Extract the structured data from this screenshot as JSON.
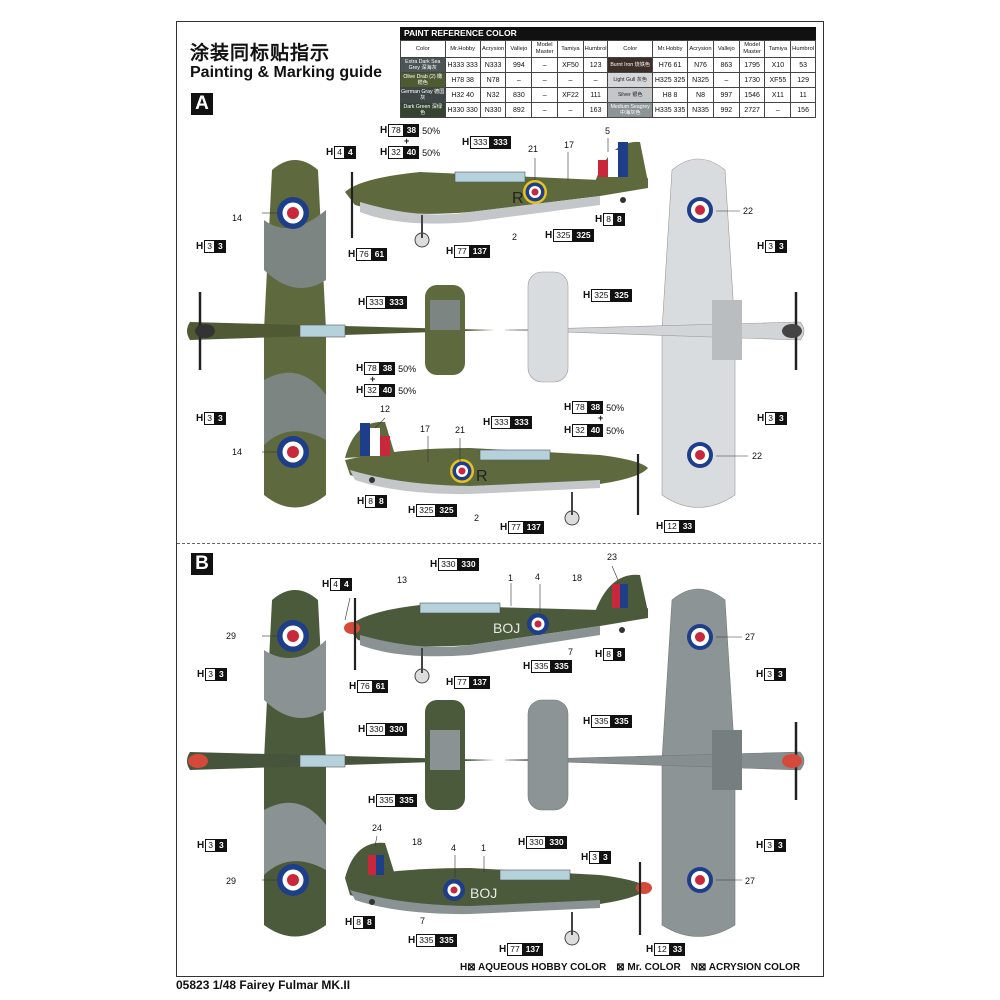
{
  "header": {
    "title_cn": "涂装同标贴指示",
    "title_en": "Painting & Marking guide"
  },
  "sections": {
    "a": "A",
    "b": "B"
  },
  "paint_table": {
    "heading": "PAINT  REFERENCE COLOR",
    "columns": [
      "Color",
      "Mr.Hobby",
      "Acrysion",
      "Vallejo",
      "Model Master",
      "Tamiya",
      "Humbrol"
    ],
    "rows_left": [
      {
        "color_en": "Extra Dark Sea Grey",
        "color_cn": "深海灰",
        "swatch": "#4d5456",
        "mrhobby": "333 333",
        "acrysion": "333",
        "vallejo": "994",
        "model_master": "–",
        "tamiya": "XF50",
        "humbrol": "123"
      },
      {
        "color_en": "Olive Drab (2)",
        "color_cn": "橄榄色",
        "swatch": "#4e5a2f",
        "mrhobby": "78 38",
        "acrysion": "78",
        "vallejo": "–",
        "model_master": "–",
        "tamiya": "–",
        "humbrol": "–"
      },
      {
        "color_en": "German Gray",
        "color_cn": "德国灰",
        "swatch": "#3f4646",
        "mrhobby": "32 40",
        "acrysion": "32",
        "vallejo": "830",
        "model_master": "–",
        "tamiya": "XF22",
        "humbrol": "111"
      },
      {
        "color_en": "Dark Green",
        "color_cn": "深绿色",
        "swatch": "#344430",
        "mrhobby": "330 330",
        "acrysion": "330",
        "vallejo": "892",
        "model_master": "–",
        "tamiya": "–",
        "humbrol": "163"
      }
    ],
    "rows_right": [
      {
        "color_en": "Burnt Iron",
        "color_cn": "烧铁色",
        "swatch": "#3c2f28",
        "mrhobby": "76 61",
        "acrysion": "76",
        "vallejo": "863",
        "model_master": "1795",
        "tamiya": "X10",
        "humbrol": "53"
      },
      {
        "color_en": "Light Gull",
        "color_cn": "灰色",
        "swatch": "#d4d6d8",
        "mrhobby": "325 325",
        "acrysion": "325",
        "vallejo": "–",
        "model_master": "1730",
        "tamiya": "XF55",
        "humbrol": "129"
      },
      {
        "color_en": "Silver",
        "color_cn": "银色",
        "swatch": "#c4c7c9",
        "mrhobby": "8 8",
        "acrysion": "8",
        "vallejo": "997",
        "model_master": "1546",
        "tamiya": "X11",
        "humbrol": "11"
      },
      {
        "color_en": "Medium Seagrey",
        "color_cn": "中海灰色",
        "swatch": "#8d9496",
        "mrhobby": "335 335",
        "acrysion": "335",
        "vallejo": "992",
        "model_master": "2727",
        "tamiya": "–",
        "humbrol": "156"
      }
    ]
  },
  "callouts": [
    {
      "id": "a1",
      "pre": "H",
      "b1": "78",
      "b2": "38",
      "pct": "50%"
    },
    {
      "id": "a2",
      "pre": "H",
      "b1": "32",
      "b2": "40",
      "pct": "50%"
    },
    {
      "id": "a3",
      "pre": "H",
      "b1": "4",
      "b2": "4",
      "pct": ""
    },
    {
      "id": "a4",
      "pre": "H",
      "b1": "333",
      "b2": "333",
      "pct": ""
    },
    {
      "id": "a5",
      "pre": "H",
      "b1": "3",
      "b2": "3",
      "pct": ""
    },
    {
      "id": "a6",
      "pre": "H",
      "b1": "76",
      "b2": "61",
      "pct": ""
    },
    {
      "id": "a7",
      "pre": "H",
      "b1": "77",
      "b2": "137",
      "pct": ""
    },
    {
      "id": "a8",
      "pre": "H",
      "b1": "325",
      "b2": "325",
      "pct": ""
    },
    {
      "id": "a9",
      "pre": "H",
      "b1": "8",
      "b2": "8",
      "pct": ""
    },
    {
      "id": "a10",
      "pre": "H",
      "b1": "333",
      "b2": "333",
      "pct": ""
    },
    {
      "id": "a11",
      "pre": "H",
      "b1": "325",
      "b2": "325",
      "pct": ""
    },
    {
      "id": "a12",
      "pre": "H",
      "b1": "3",
      "b2": "3",
      "pct": ""
    },
    {
      "id": "a13",
      "pre": "H",
      "b1": "78",
      "b2": "38",
      "pct": "50%"
    },
    {
      "id": "a14",
      "pre": "H",
      "b1": "32",
      "b2": "40",
      "pct": "50%"
    },
    {
      "id": "a15",
      "pre": "H",
      "b1": "3",
      "b2": "3",
      "pct": ""
    },
    {
      "id": "a16",
      "pre": "H",
      "b1": "3",
      "b2": "3",
      "pct": ""
    },
    {
      "id": "a17",
      "pre": "H",
      "b1": "333",
      "b2": "333",
      "pct": ""
    },
    {
      "id": "a18",
      "pre": "H",
      "b1": "78",
      "b2": "38",
      "pct": "50%"
    },
    {
      "id": "a19",
      "pre": "H",
      "b1": "32",
      "b2": "40",
      "pct": "50%"
    },
    {
      "id": "a20",
      "pre": "H",
      "b1": "8",
      "b2": "8",
      "pct": ""
    },
    {
      "id": "a21",
      "pre": "H",
      "b1": "325",
      "b2": "325",
      "pct": ""
    },
    {
      "id": "a22",
      "pre": "H",
      "b1": "77",
      "b2": "137",
      "pct": ""
    },
    {
      "id": "a23",
      "pre": "H",
      "b1": "12",
      "b2": "33",
      "pct": ""
    },
    {
      "id": "b1",
      "pre": "H",
      "b1": "330",
      "b2": "330",
      "pct": ""
    },
    {
      "id": "b2",
      "pre": "H",
      "b1": "4",
      "b2": "4",
      "pct": ""
    },
    {
      "id": "b3",
      "pre": "H",
      "b1": "3",
      "b2": "3",
      "pct": ""
    },
    {
      "id": "b4",
      "pre": "H",
      "b1": "335",
      "b2": "335",
      "pct": ""
    },
    {
      "id": "b5",
      "pre": "H",
      "b1": "8",
      "b2": "8",
      "pct": ""
    },
    {
      "id": "b6",
      "pre": "H",
      "b1": "76",
      "b2": "61",
      "pct": ""
    },
    {
      "id": "b7",
      "pre": "H",
      "b1": "77",
      "b2": "137",
      "pct": ""
    },
    {
      "id": "b8",
      "pre": "H",
      "b1": "3",
      "b2": "3",
      "pct": ""
    },
    {
      "id": "b9",
      "pre": "H",
      "b1": "330",
      "b2": "330",
      "pct": ""
    },
    {
      "id": "b10",
      "pre": "H",
      "b1": "335",
      "b2": "335",
      "pct": ""
    },
    {
      "id": "b11",
      "pre": "H",
      "b1": "335",
      "b2": "335",
      "pct": ""
    },
    {
      "id": "b12",
      "pre": "H",
      "b1": "3",
      "b2": "3",
      "pct": ""
    },
    {
      "id": "b13",
      "pre": "H",
      "b1": "3",
      "b2": "3",
      "pct": ""
    },
    {
      "id": "b14",
      "pre": "H",
      "b1": "330",
      "b2": "330",
      "pct": ""
    },
    {
      "id": "b15",
      "pre": "H",
      "b1": "3",
      "b2": "3",
      "pct": ""
    },
    {
      "id": "b16",
      "pre": "H",
      "b1": "8",
      "b2": "8",
      "pct": ""
    },
    {
      "id": "b17",
      "pre": "H",
      "b1": "335",
      "b2": "335",
      "pct": ""
    },
    {
      "id": "b18",
      "pre": "H",
      "b1": "77",
      "b2": "137",
      "pct": ""
    },
    {
      "id": "b19",
      "pre": "H",
      "b1": "12",
      "b2": "33",
      "pct": ""
    }
  ],
  "decal_numbers": [
    {
      "id": "n1",
      "t": "21"
    },
    {
      "id": "n2",
      "t": "17"
    },
    {
      "id": "n3",
      "t": "5"
    },
    {
      "id": "n4",
      "t": "14"
    },
    {
      "id": "n5",
      "t": "2"
    },
    {
      "id": "n6",
      "t": "22"
    },
    {
      "id": "n7",
      "t": "14"
    },
    {
      "id": "n8",
      "t": "12"
    },
    {
      "id": "n9",
      "t": "17"
    },
    {
      "id": "n10",
      "t": "21"
    },
    {
      "id": "n11",
      "t": "2"
    },
    {
      "id": "n12",
      "t": "22"
    },
    {
      "id": "n13",
      "t": "23"
    },
    {
      "id": "n14",
      "t": "13"
    },
    {
      "id": "n15",
      "t": "1"
    },
    {
      "id": "n16",
      "t": "4"
    },
    {
      "id": "n17",
      "t": "18"
    },
    {
      "id": "n18",
      "t": "7"
    },
    {
      "id": "n19",
      "t": "29"
    },
    {
      "id": "n20",
      "t": "27"
    },
    {
      "id": "n21",
      "t": "24"
    },
    {
      "id": "n22",
      "t": "18"
    },
    {
      "id": "n23",
      "t": "4"
    },
    {
      "id": "n24",
      "t": "1"
    },
    {
      "id": "n25",
      "t": "7"
    },
    {
      "id": "n26",
      "t": "29"
    },
    {
      "id": "n27",
      "t": "27"
    }
  ],
  "aircraft_codes": {
    "a_side": "R",
    "b_side": "BOJ"
  },
  "colors": {
    "roundel_blue": "#1f3e8a",
    "roundel_red": "#c8283a",
    "roundel_yellow": "#e7c21f",
    "spinner_red": "#d44a3a"
  },
  "footer": {
    "product": "05823 1/48  Fairey Fulmar MK.II",
    "legend_h": "AQUEOUS HOBBY COLOR",
    "legend_m": "Mr. COLOR",
    "legend_n": "ACRYSION COLOR"
  }
}
